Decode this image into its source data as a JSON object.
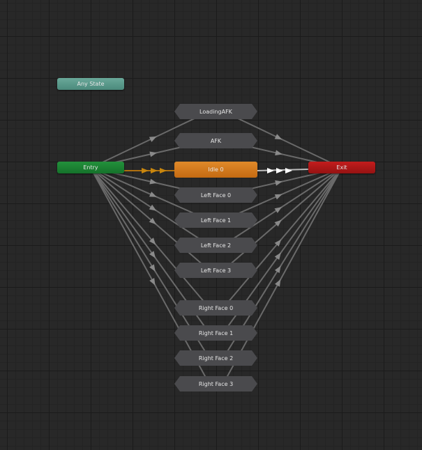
{
  "window": {
    "type": "animator-graph"
  },
  "nodes": {
    "any_state": "Any State",
    "entry": "Entry",
    "exit": "Exit",
    "default_state": "Idle 0",
    "states": [
      "LoadingAFK",
      "AFK",
      "Left Face 0",
      "Left Face 1",
      "Left Face 2",
      "Left Face 3",
      "Right Face 0",
      "Right Face 1",
      "Right Face 2",
      "Right Face 3"
    ]
  },
  "colors": {
    "any_state": "#5a9a8b",
    "entry": "#1c8434",
    "exit": "#ab1818",
    "default_state": "#d27a1e",
    "state": "#4a4a4d",
    "transition": "#6a6a6a",
    "default_transition": "#b07010"
  }
}
